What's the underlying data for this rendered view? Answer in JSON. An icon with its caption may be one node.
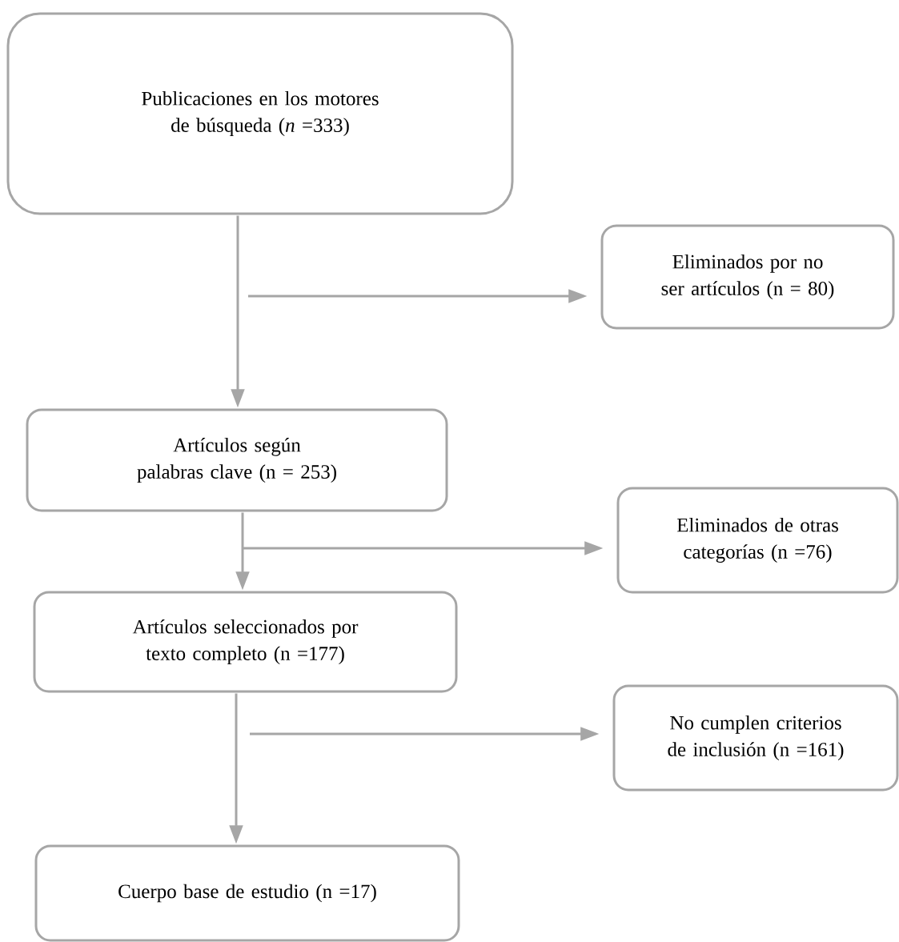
{
  "diagram": {
    "nodes": [
      {
        "text": [
          "Publicaciones en los motores de búsqueda (*n* =333)"
        ]
      },
      {
        "text": [
          "Eliminados por no ser artículos (n = 80)"
        ]
      },
      {
        "text": [
          "Artículos según palabras clave (n = 253)"
        ]
      },
      {
        "text": [
          "Eliminados de otras categorías (n =76)"
        ]
      },
      {
        "text": [
          "Artículos seleccionados por texto completo (n =177)"
        ]
      },
      {
        "text": [
          "No cumplen criterios de inclusión (n =161)"
        ]
      },
      {
        "text": [
          "Cuerpo base de estudio (n =17)"
        ]
      }
    ],
    "edges": [
      {
        "from": 0,
        "to": 2,
        "arrow": "to"
      },
      {
        "from": null,
        "to": 1,
        "arrow": "to"
      },
      {
        "from": 2,
        "to": 4,
        "arrow": "to"
      },
      {
        "from": null,
        "to": 3,
        "arrow": "to"
      },
      {
        "from": 4,
        "to": 6,
        "arrow": "to"
      },
      {
        "from": null,
        "to": 5,
        "arrow": "to"
      }
    ]
  }
}
